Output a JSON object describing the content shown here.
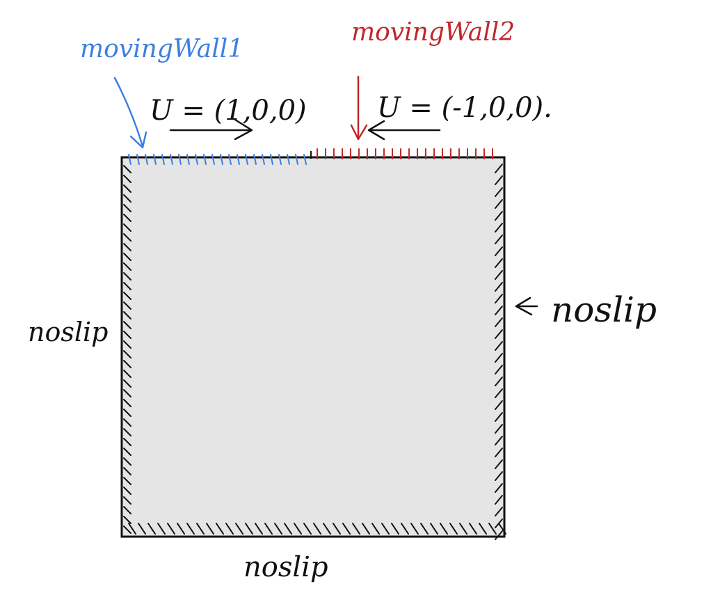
{
  "labels": {
    "moving_wall_1": "movingWall1",
    "moving_wall_2": "movingWall2",
    "velocity_1": "U = (1,0,0)",
    "velocity_2": "U = (-1,0,0).",
    "noslip_left": "noslip",
    "noslip_right": "noslip",
    "noslip_bottom": "noslip"
  },
  "colors": {
    "moving_wall_1": "#3d7fe0",
    "moving_wall_2": "#c0282b",
    "ink": "#111111",
    "domain_fill": "#e5e5e5"
  },
  "icons": {
    "velocity_1_arrow": "arrow-right-icon",
    "velocity_2_arrow": "arrow-left-icon",
    "moving_wall_1_pointer": "arrow-down-icon",
    "moving_wall_2_pointer": "arrow-down-icon",
    "noslip_right_pointer": "arrow-left-icon"
  }
}
